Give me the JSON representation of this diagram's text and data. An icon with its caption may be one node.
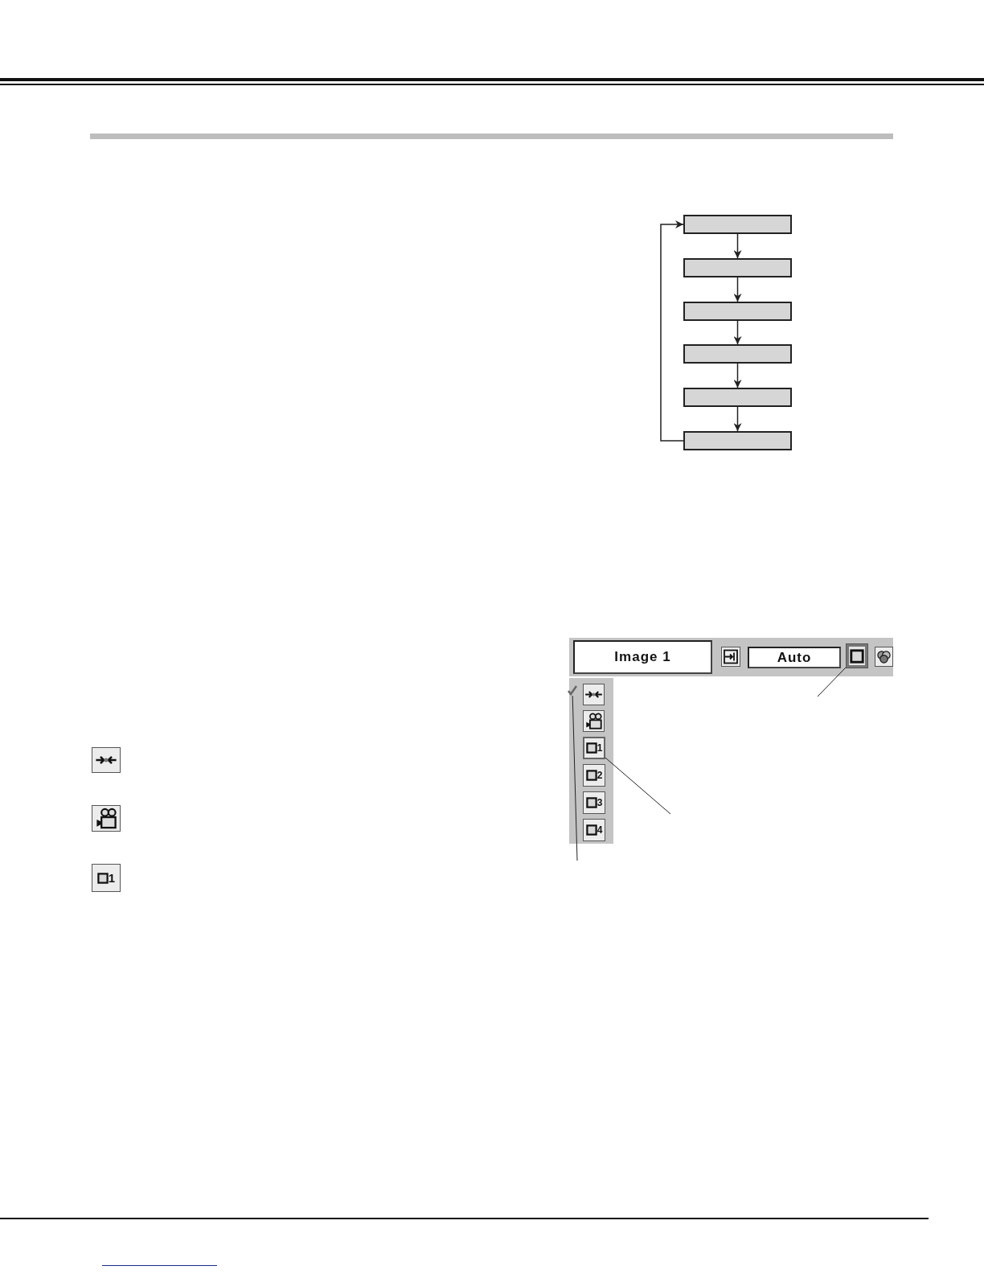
{
  "diagram": {
    "nodes": [
      {
        "text": [],
        "shape": "box"
      },
      {
        "text": [],
        "shape": "box"
      },
      {
        "text": [],
        "shape": "box"
      },
      {
        "text": [],
        "shape": "box"
      },
      {
        "text": [],
        "shape": "box"
      },
      {
        "text": [],
        "shape": "box"
      },
      {
        "text": [
          "Image 1"
        ]
      },
      {
        "text": [
          "Auto"
        ]
      },
      {
        "text": [],
        "shape": "box"
      },
      {
        "text": [],
        "shape": "checkmark"
      },
      {
        "text": [
          "1"
        ]
      }
    ],
    "edges": [
      {
        "from": 0,
        "to": 1,
        "arrow": "to"
      },
      {
        "from": 1,
        "to": 2,
        "arrow": "to"
      },
      {
        "from": 2,
        "to": 3,
        "arrow": "to"
      },
      {
        "from": 3,
        "to": 4,
        "arrow": "to"
      },
      {
        "from": 4,
        "to": 5,
        "arrow": "to"
      },
      {
        "from": 5,
        "to": 0,
        "arrow": "to"
      },
      {
        "from": 8,
        "to": null,
        "arrow": "none"
      },
      {
        "from": 10,
        "to": null,
        "arrow": "none"
      },
      {
        "from": 9,
        "to": null,
        "arrow": "none"
      }
    ],
    "labels": [
      "2",
      "3",
      "4",
      "1"
    ]
  }
}
